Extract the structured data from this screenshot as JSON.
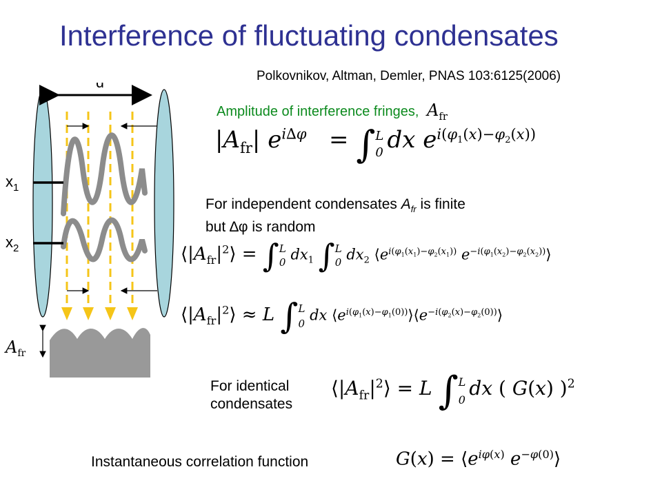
{
  "slide": {
    "title": "Interference of fluctuating condensates",
    "citation": "Polkovnikov, Altman, Demler, PNAS 103:6125(2006)",
    "amplitude_label": "Amplitude of interference fringes,",
    "independent_line1_pre": "For independent condensates ",
    "independent_symbol": "A",
    "independent_sub": "fr",
    "independent_line1_post": " is finite",
    "independent_line2_pre": "but ",
    "independent_delta": "∆φ",
    "independent_line2_post": " is random",
    "identical_line1": "For identical",
    "identical_line2": "condensates",
    "correlation_label": "Instantaneous correlation function"
  },
  "diagram": {
    "d_label": "d",
    "x1_label": "x",
    "x1_sub": "1",
    "x2_label": "x",
    "x2_sub": "2",
    "afr_symbol": "A",
    "afr_sub": "fr"
  },
  "colors": {
    "title": "#2e3192",
    "amplitude_label": "#0b8a1d",
    "condensate_fill": "#a8d5dd",
    "beam_dash": "#f5c518",
    "wave": "#8c8c8c",
    "fringe_profile": "#999999"
  },
  "equations": {
    "eq1": "|A_fr| e^{iΔφ} = ∫_0^L dx e^{i(φ_1(x) − φ_2(x))}",
    "eq2": "⟨|A_fr|^2⟩ = ∫_0^L dx_1 ∫_0^L dx_2 ⟨e^{i(φ_1(x_1) − φ_2(x_1))} e^{−i(φ_1(x_2) − φ_2(x_2))}⟩",
    "eq3": "⟨|A_fr|^2⟩ ≈ L ∫_0^L dx ⟨e^{i(φ_1(x) − φ_1(0))}⟩⟨e^{−i(φ_2(x) − φ_2(0))}⟩",
    "eq4": "⟨|A_fr|^2⟩ = L ∫_0^L dx (G(x))^2",
    "eq5": "G(x) = ⟨e^{iφ(x)} e^{−φ(0)}⟩"
  }
}
